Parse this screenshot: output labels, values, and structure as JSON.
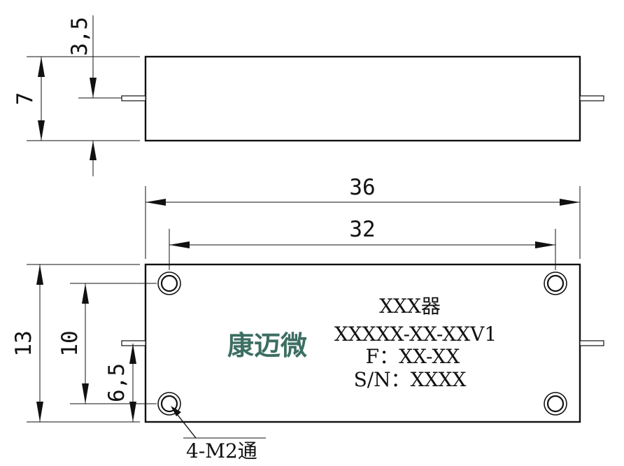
{
  "dimensions": {
    "top_height": "7",
    "top_pin_offset": "3,5",
    "overall_length": "36",
    "hole_spacing_length": "32",
    "overall_width": "13",
    "hole_spacing_width": "10",
    "bottom_pin_offset": "6,5"
  },
  "labels": {
    "product_name": "XXX器",
    "model_number": "XXXXX-XX-XXV1",
    "frequency": "F：XX-XX",
    "serial_number": "S/N：XXXX",
    "brand_logo": "康迈微",
    "hole_callout": "4-M2通"
  },
  "colors": {
    "line": "#111111",
    "logo": "#3d6e62",
    "background": "#ffffff"
  }
}
